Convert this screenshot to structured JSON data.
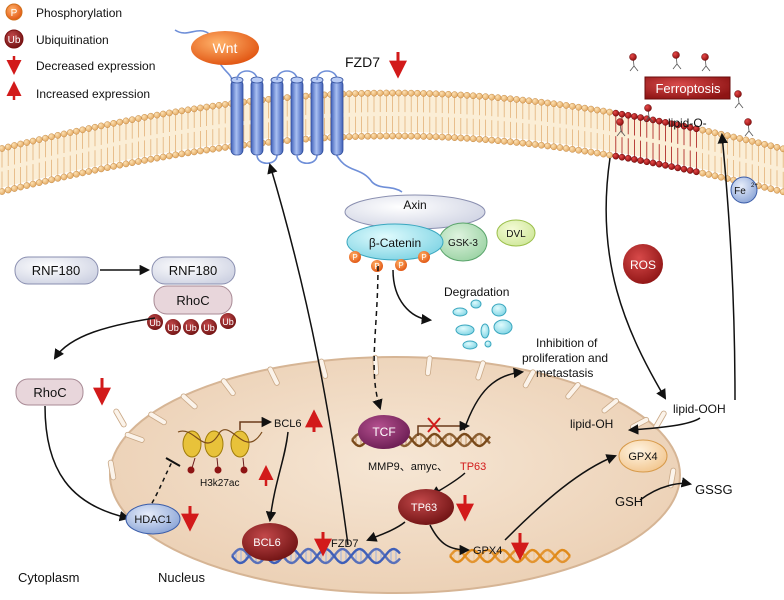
{
  "legend": {
    "phosphorylation_symbol": "P",
    "phosphorylation": "Phosphorylation",
    "ubiquitination_symbol": "Ub",
    "ubiquitination": "Ubiquitination",
    "decreased": "Decreased expression",
    "increased": "Increased expression"
  },
  "membrane": {
    "wnt": "Wnt",
    "fzd7": "FZD7",
    "ferroptosis": "Ferroptosis",
    "lipid_o": "lipid-O-",
    "fe": "Fe",
    "fe_charge": "2+"
  },
  "wnt_pathway": {
    "axin": "Axin",
    "beta_catenin": "β-Catenin",
    "gsk3": "GSK-3",
    "dvl": "DVL",
    "p": "P",
    "degradation": "Degradation",
    "inhibition_line1": "Inhibition of",
    "inhibition_line2": "proliferation and",
    "inhibition_line3": "metastasis"
  },
  "rho": {
    "rnf180_a": "RNF180",
    "rnf180_b": "RNF180",
    "rhoc_ub": "RhoC",
    "ub": "Ub",
    "rhoc": "RhoC"
  },
  "ferroptosis_path": {
    "ros": "ROS",
    "lipid_ooh": "lipid-OOH",
    "lipid_oh": "lipid-OH",
    "gpx4": "GPX4",
    "gsh": "GSH",
    "gssg": "GSSG"
  },
  "nucleus": {
    "hdac1": "HDAC1",
    "h3k27ac": "H3k27ac",
    "bcl6_gene": "BCL6",
    "bcl6_protein": "BCL6",
    "fzd7_gene": "FZD7",
    "tcf": "TCF",
    "targets_a": "MMP9、amyc、",
    "targets_b": "TP63",
    "tp63": "TP63",
    "gpx4_gene": "GPX4"
  },
  "regions": {
    "cytoplasm": "Cytoplasm",
    "nucleus": "Nucleus"
  },
  "colors": {
    "red_arrow": "#d21a1a",
    "wnt": "#e8601c",
    "receptor": "#6f8fd8",
    "ferroptosis": "#c0262b",
    "tcf": "#8a2a6e",
    "bcl6": "#8b1f1f",
    "tp63": "#8b1f1f",
    "nucleus_fill": "#f1d9c1",
    "membrane_bead": "#f1c68c",
    "membrane_bead_red": "#a81616"
  }
}
